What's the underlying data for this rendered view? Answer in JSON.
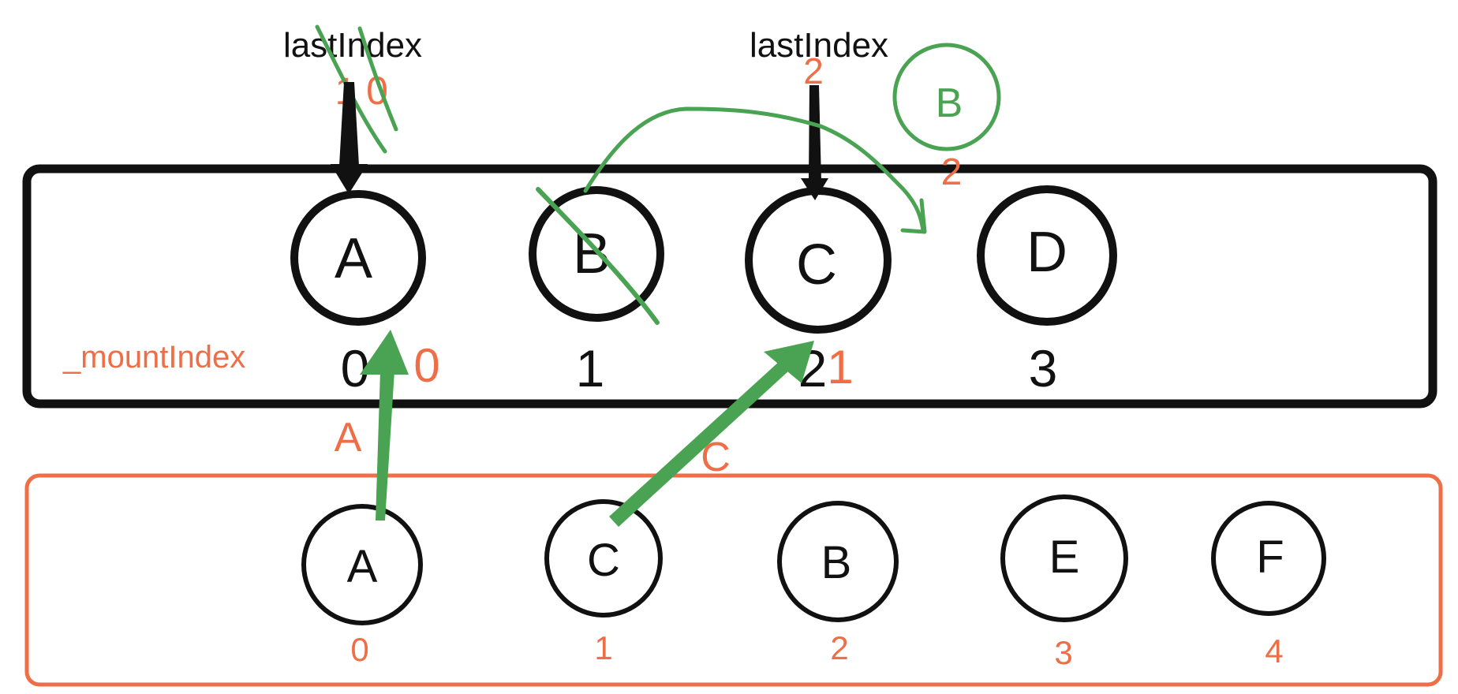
{
  "colors": {
    "black": "#111111",
    "orange": "#ee6e47",
    "green": "#4aa352"
  },
  "labels": {
    "last_index_1": "lastIndex",
    "last_index_1_struck": "1",
    "last_index_1_value": "0",
    "last_index_2": "lastIndex",
    "last_index_2_value": "2",
    "mount_index": "_mountIndex",
    "new_a_arrow": "A",
    "new_c_arrow": "C",
    "moved_b": "B",
    "moved_b_index": "2"
  },
  "old_nodes": [
    {
      "letter": "A",
      "index": "0",
      "new_index": "0"
    },
    {
      "letter": "B",
      "index": "1",
      "new_index": ""
    },
    {
      "letter": "C",
      "index": "2",
      "new_index": "1"
    },
    {
      "letter": "D",
      "index": "3",
      "new_index": ""
    }
  ],
  "new_nodes": [
    {
      "letter": "A",
      "index": "0"
    },
    {
      "letter": "C",
      "index": "1"
    },
    {
      "letter": "B",
      "index": "2"
    },
    {
      "letter": "E",
      "index": "3"
    },
    {
      "letter": "F",
      "index": "4"
    }
  ]
}
